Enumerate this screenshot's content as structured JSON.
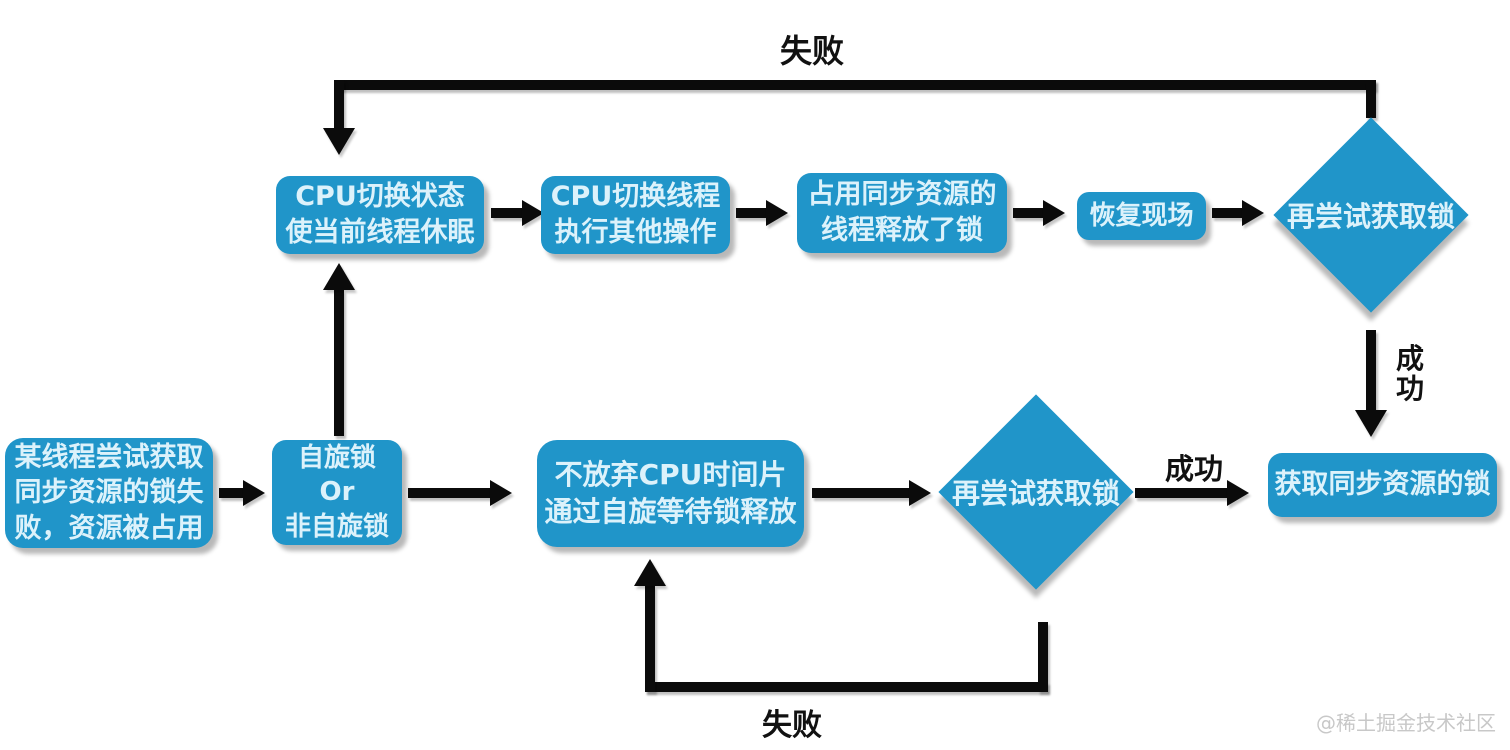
{
  "nodes": {
    "cpu_switch_state": {
      "lines": [
        "CPU切换状态",
        "使当前线程休眠"
      ]
    },
    "cpu_switch_thread": {
      "lines": [
        "CPU切换线程",
        "执行其他操作"
      ]
    },
    "occupying_thread_released": {
      "lines": [
        "占用同步资源的",
        "线程释放了锁"
      ]
    },
    "restore_scene": {
      "label": "恢复现场"
    },
    "retry_acquire_top": {
      "label": "再尝试获取锁"
    },
    "thread_acquire_failed": {
      "lines": [
        "某线程尝试获取",
        "同步资源的锁失",
        "败，资源被占用"
      ]
    },
    "lock_type_choice": {
      "lines": [
        "自旋锁",
        "Or",
        "非自旋锁"
      ]
    },
    "spin_wait": {
      "lines": [
        "不放弃CPU时间片",
        "通过自旋等待锁释放"
      ]
    },
    "retry_acquire_bottom": {
      "label": "再尝试获取锁"
    },
    "acquired_lock": {
      "label": "获取同步资源的锁"
    }
  },
  "edge_labels": {
    "fail_top": "失败",
    "fail_bottom": "失败",
    "success_right_vertical": "成功",
    "success_middle": "成功"
  },
  "watermark": "@稀土掘金技术社区",
  "colors": {
    "node_fill": "#2095C9",
    "node_text": "#DCF2FB",
    "line": "#0B0B0B",
    "label_text": "#111111",
    "watermark": "#C8C8C8",
    "background": "#FFFFFF"
  }
}
